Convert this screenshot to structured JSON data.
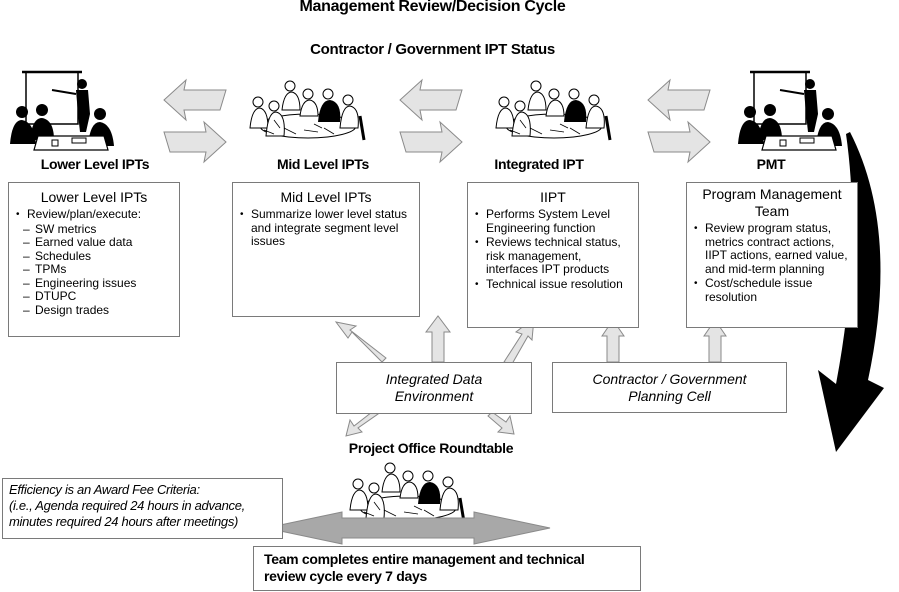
{
  "title": "Management Review/Decision Cycle",
  "subtitle": "Contractor / Government IPT Status",
  "colors": {
    "arrow_fill": "#e4e4e4",
    "arrow_stroke": "#8a8a8a",
    "bottom_arrow_fill": "#a8a8a8",
    "cycle_arrow": "#000000",
    "box_border": "#7a7a7a"
  },
  "columns": [
    {
      "label": "Lower Level IPTs",
      "image": "presenter-meeting-illustration",
      "box_title": "Lower Level IPTs",
      "bullets": [
        {
          "text": "Review/plan/execute:",
          "sub": [
            "SW metrics",
            "Earned value data",
            "Schedules",
            "TPMs",
            "Engineering issues",
            "DTUPC",
            "Design trades"
          ]
        }
      ]
    },
    {
      "label": "Mid Level IPTs",
      "image": "roundtable-meeting-illustration",
      "box_title": "Mid Level IPTs",
      "bullets": [
        {
          "text": "Summarize lower level status and integrate segment level issues"
        }
      ]
    },
    {
      "label": "Integrated IPT",
      "image": "roundtable-meeting-illustration",
      "box_title": "IIPT",
      "bullets": [
        {
          "text": "Performs System Level Engineering function"
        },
        {
          "text": "Reviews technical status, risk management, interfaces IPT products"
        },
        {
          "text": "Technical issue resolution"
        }
      ]
    },
    {
      "label": "PMT",
      "image": "presenter-meeting-illustration",
      "box_title": "Program Management Team",
      "bullets": [
        {
          "text": "Review program status, metrics contract actions, IIPT actions, earned value, and mid-term planning"
        },
        {
          "text": "Cost/schedule issue resolution"
        }
      ]
    }
  ],
  "support_boxes": {
    "ide": {
      "line1": "Integrated Data",
      "line2": "Environment"
    },
    "planning": {
      "line1": "Contractor / Government",
      "line2": "Planning Cell"
    }
  },
  "roundtable": {
    "label": "Project Office Roundtable",
    "image": "roundtable-meeting-illustration"
  },
  "efficiency_note": {
    "line1": "Efficiency is an Award Fee Criteria:",
    "line2": "(i.e., Agenda required 24 hours in advance,",
    "line3": "minutes required 24 hours after meetings)"
  },
  "cycle_note": {
    "line1": "Team completes entire management and technical",
    "line2": "review cycle every 7 days"
  }
}
